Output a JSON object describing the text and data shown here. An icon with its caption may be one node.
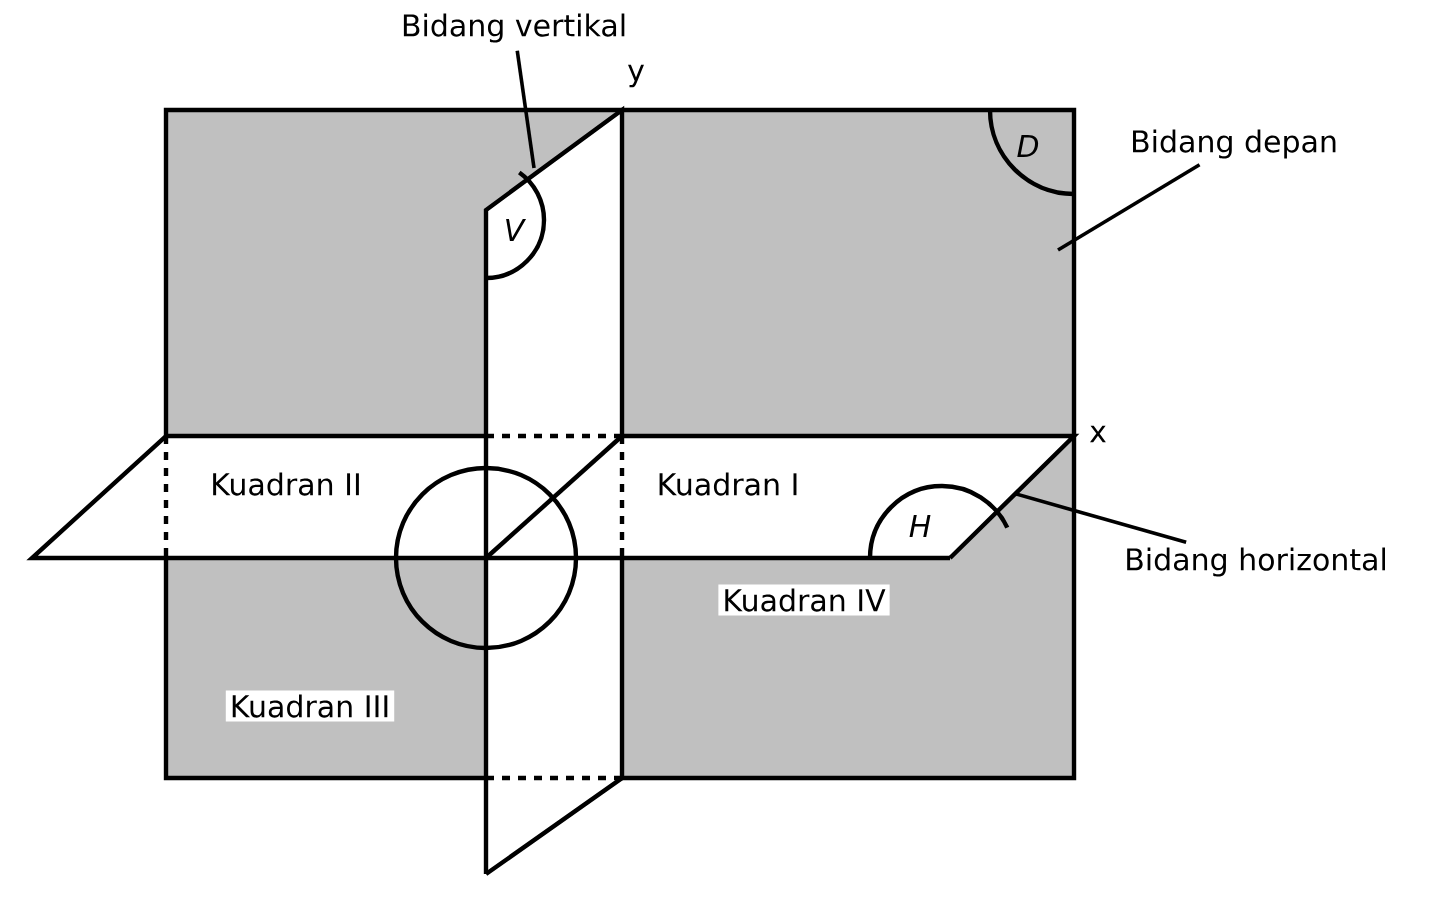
{
  "diagram": {
    "nodes": [
      {
        "text": [
          "Bidang vertikal"
        ]
      },
      {
        "text": [
          "Bidang depan"
        ]
      },
      {
        "text": [
          "Bidang horizontal"
        ]
      }
    ],
    "edges": [
      {
        "from": 0,
        "to": null,
        "arrow": "none"
      },
      {
        "from": 1,
        "to": null,
        "arrow": "none"
      },
      {
        "from": 2,
        "to": null,
        "arrow": "none"
      }
    ],
    "labels": [
      "y",
      "x",
      "V",
      "D",
      "H",
      "Kuadran II",
      "Kuadran I",
      "Kuadran IV",
      "Kuadran III"
    ]
  }
}
